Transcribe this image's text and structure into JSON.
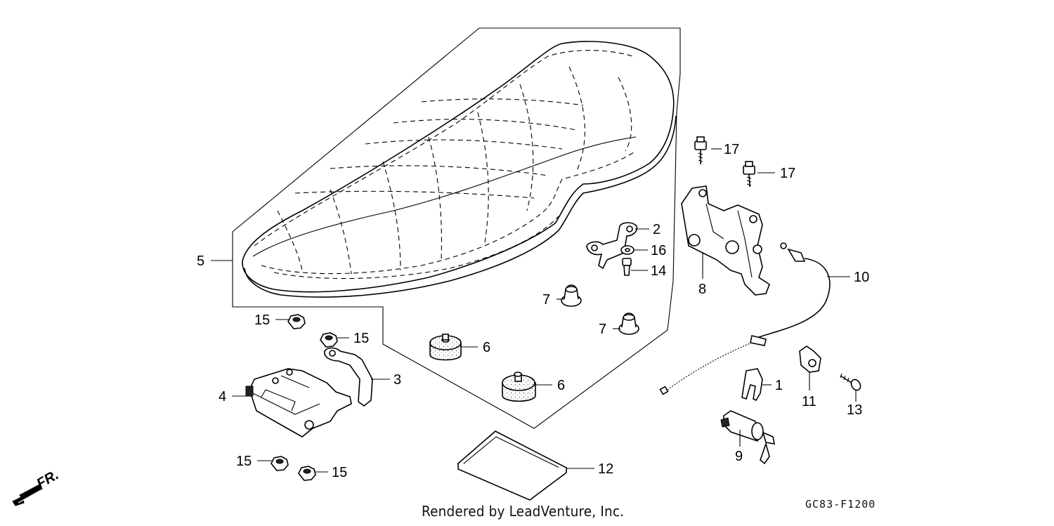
{
  "callouts": {
    "c1": "1",
    "c2": "2",
    "c3": "3",
    "c4": "4",
    "c5": "5",
    "c6a": "6",
    "c6b": "6",
    "c7a": "7",
    "c7b": "7",
    "c8": "8",
    "c9": "9",
    "c10": "10",
    "c11": "11",
    "c12": "12",
    "c13": "13",
    "c14": "14",
    "c15a": "15",
    "c15b": "15",
    "c15c": "15",
    "c15d": "15",
    "c16": "16",
    "c17a": "17",
    "c17b": "17"
  },
  "front_indicator": "FR.",
  "footer": "Rendered by LeadVenture, Inc.",
  "figure_code": "GC83-F1200"
}
